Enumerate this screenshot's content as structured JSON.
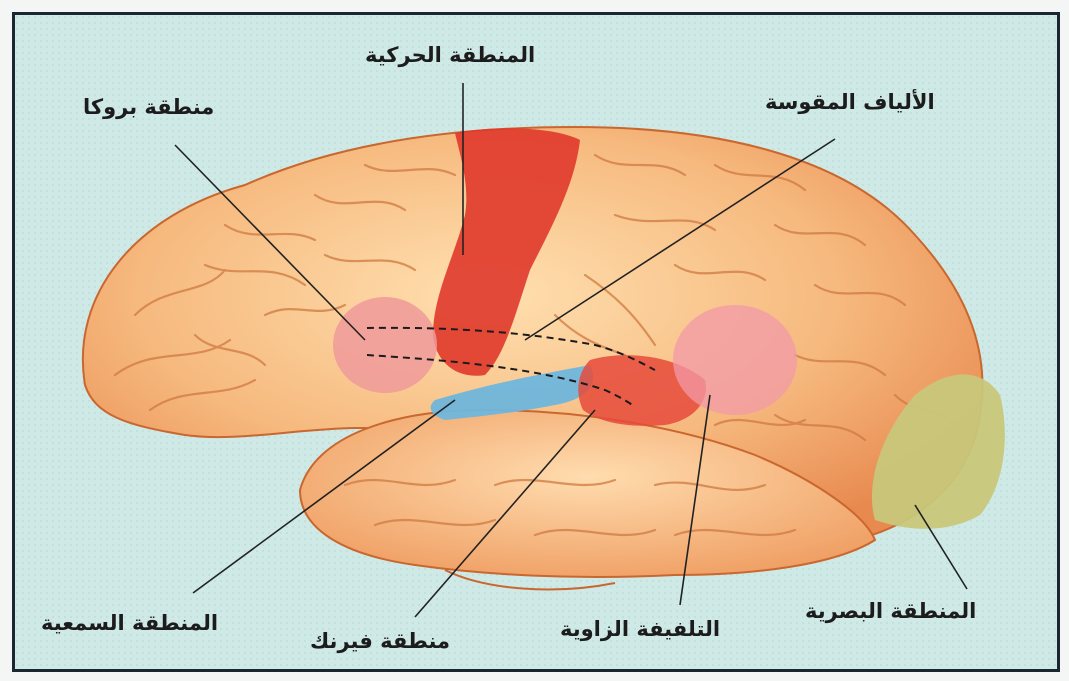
{
  "labels": {
    "motor_area": "المنطقة الحركية",
    "broca_area": "منطقة بروكا",
    "arcuate_fibers": "الألياف المقوسة",
    "auditory_area": "المنطقة السمعية",
    "wernicke_area": "منطقة فيرنك",
    "angular_gyrus": "التلفيفة الزاوية",
    "visual_area": "المنطقة البصرية"
  },
  "colors": {
    "background": "#cfe9e6",
    "brain_tissue": "#f6b97e",
    "motor_area": "#e0392b",
    "broca_area": "#ef9a9a",
    "wernicke_area": "#e64a3b",
    "angular_gyrus": "#f19aa8",
    "auditory_area": "#6fb6dc",
    "visual_area": "#c8c77a"
  }
}
